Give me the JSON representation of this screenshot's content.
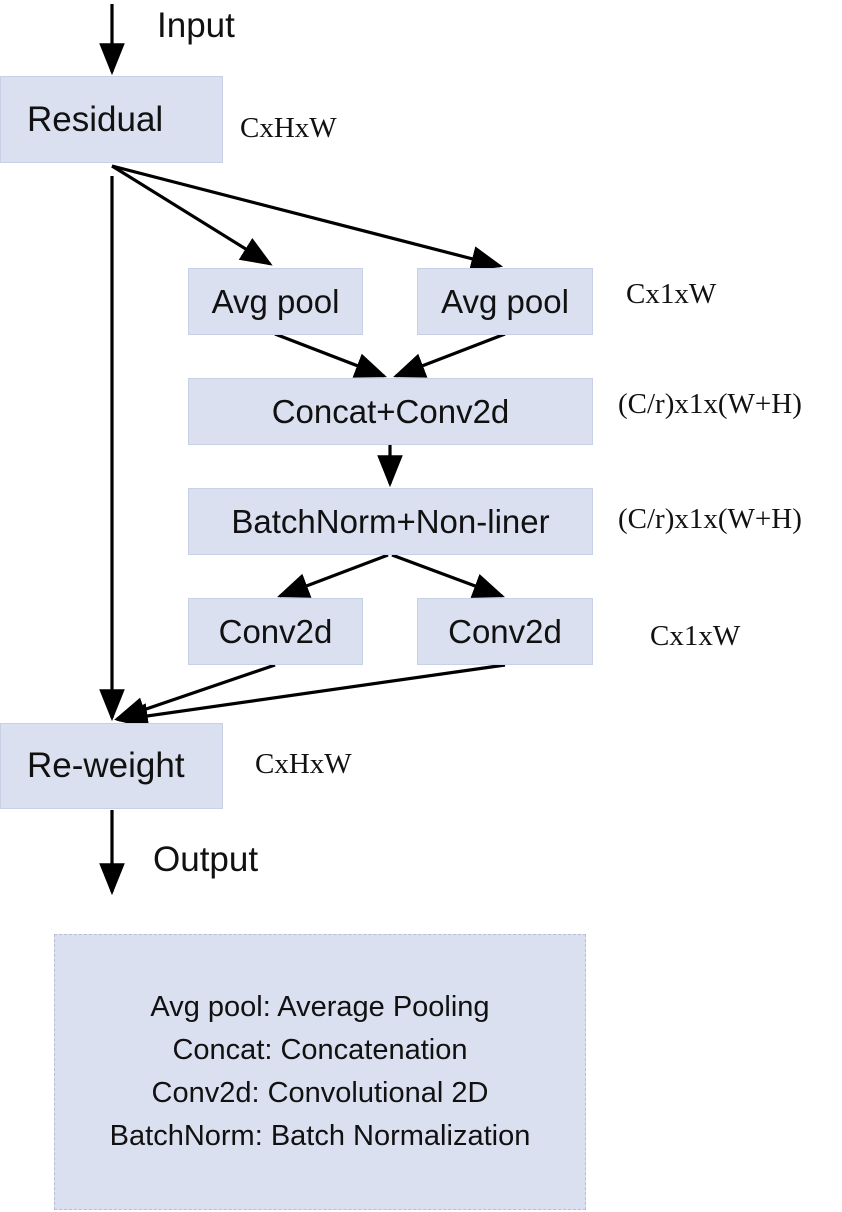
{
  "flow": {
    "input_label": "Input",
    "output_label": "Output"
  },
  "nodes": {
    "residual": "Residual",
    "avg_pool_left": "Avg pool",
    "avg_pool_right": "Avg pool",
    "concat_conv": "Concat+Conv2d",
    "batchnorm": "BatchNorm+Non-liner",
    "conv2d_left": "Conv2d",
    "conv2d_right": "Conv2d",
    "reweight": "Re-weight"
  },
  "dimensions": {
    "residual": "CxHxW",
    "avg_pool": "Cx1xW",
    "concat_conv": "(C/r)x1x(W+H)",
    "batchnorm": "(C/r)x1x(W+H)",
    "conv2d": "Cx1xW",
    "reweight": "CxHxW"
  },
  "legend": {
    "lines": [
      "Avg pool: Average Pooling",
      "Concat: Concatenation",
      "Conv2d: Convolutional 2D",
      "BatchNorm: Batch Normalization"
    ]
  },
  "colors": {
    "box_fill": "#dae0f0",
    "arrow": "#000000"
  }
}
